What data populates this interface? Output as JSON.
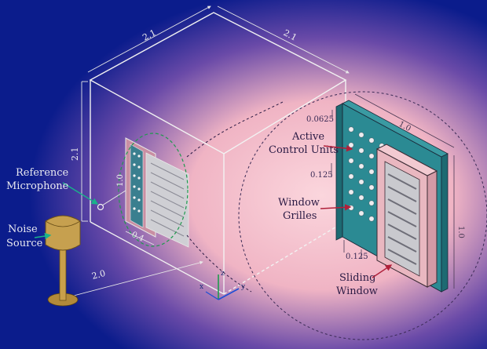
{
  "labels": {
    "reference_microphone_line1": "Reference",
    "reference_microphone_line2": "Microphone",
    "noise_source_line1": "Noise",
    "noise_source_line2": "Source",
    "active_control_units_line1": "Active",
    "active_control_units_line2": "Control Units",
    "window_grilles_line1": "Window",
    "window_grilles_line2": "Grilles",
    "sliding_window_line1": "Sliding",
    "sliding_window_line2": "Window"
  },
  "dimensions": {
    "room_width_top_left": "2.1",
    "room_depth_top_right": "2.1",
    "room_height": "2.1",
    "source_distance": "2.0",
    "window_offset": "0.4",
    "window_height_small": "1.0",
    "detail_width": "1.0",
    "detail_height": "1.0",
    "detail_thickness": "0.0625",
    "unit_spacing": "0.125",
    "grille_spacing": "0.125"
  },
  "axes": {
    "x": "x",
    "y": "y",
    "z": "z"
  },
  "colors": {
    "background_blue": "#0a1a8c",
    "glow_pink": "#f6c2cf",
    "line_white": "#f2f2f2",
    "grille_teal": "#2b8a93",
    "frame_pink": "#e9b7c0",
    "label_dark": "#2a1a44",
    "axis_blue": "#1d4fd6",
    "axis_green": "#1f9a4d"
  }
}
